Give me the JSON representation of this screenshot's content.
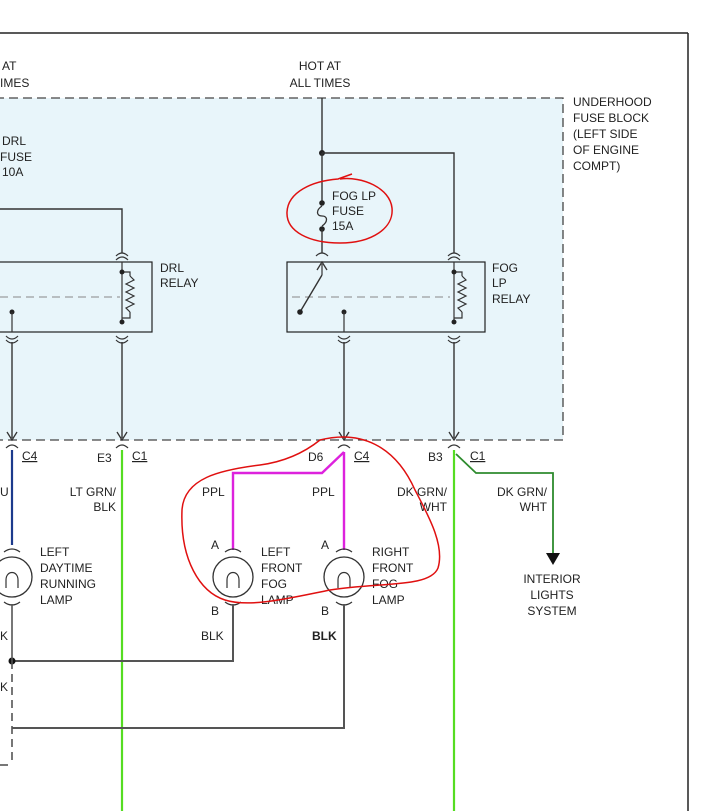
{
  "labels": {
    "hot_left_1": "AT",
    "hot_left_2": "IMES",
    "hot_center_1": "HOT AT",
    "hot_center_2": "ALL TIMES",
    "fuse_block_1": "UNDERHOOD",
    "fuse_block_2": "FUSE BLOCK",
    "fuse_block_3": "(LEFT SIDE",
    "fuse_block_4": "OF ENGINE",
    "fuse_block_5": "COMPT)",
    "drl_fuse_1": "DRL",
    "drl_fuse_2": "FUSE",
    "drl_fuse_3": "10A",
    "fog_fuse_1": "FOG LP",
    "fog_fuse_2": "FUSE",
    "fog_fuse_3": "15A",
    "drl_relay_1": "DRL",
    "drl_relay_2": "RELAY",
    "fog_relay_1": "FOG",
    "fog_relay_2": "LP",
    "fog_relay_3": "RELAY",
    "conn_c4_left": "C4",
    "e3": "E3",
    "conn_c1_mid": "C1",
    "d6": "D6",
    "conn_c4_mid": "C4",
    "b3": "B3",
    "conn_c1_right": "C1",
    "u_left": "U",
    "lt_grn_1": "LT GRN/",
    "lt_grn_2": "BLK",
    "ppl_left": "PPL",
    "ppl_right": "PPL",
    "dk_grn_left_1": "DK GRN/",
    "dk_grn_left_2": "WHT",
    "dk_grn_right_1": "DK GRN/",
    "dk_grn_right_2": "WHT",
    "drl_lamp_1": "LEFT",
    "drl_lamp_2": "DAYTIME",
    "drl_lamp_3": "RUNNING",
    "drl_lamp_4": "LAMP",
    "left_fog_1": "LEFT",
    "left_fog_2": "FRONT",
    "left_fog_3": "FOG",
    "left_fog_4": "LAMP",
    "right_fog_1": "RIGHT",
    "right_fog_2": "FRONT",
    "right_fog_3": "FOG",
    "right_fog_4": "LAMP",
    "interior_1": "INTERIOR",
    "interior_2": "LIGHTS",
    "interior_3": "SYSTEM",
    "pin_a_left": "A",
    "pin_b_left": "B",
    "pin_a_right": "A",
    "pin_b_right": "B",
    "blk_left": "BLK",
    "blk_right": "BLK",
    "k_1": "K",
    "k_2": "K"
  },
  "colors": {
    "fuse_block_fill": "#e8f5fa",
    "wire_gray": "#555555",
    "wire_black": "#333333",
    "wire_blue": "#1c3a8c",
    "wire_lt_green": "#55dd22",
    "wire_dk_green": "#2e8b2e",
    "wire_purple": "#dd22dd",
    "annotation_red": "#e01010"
  }
}
